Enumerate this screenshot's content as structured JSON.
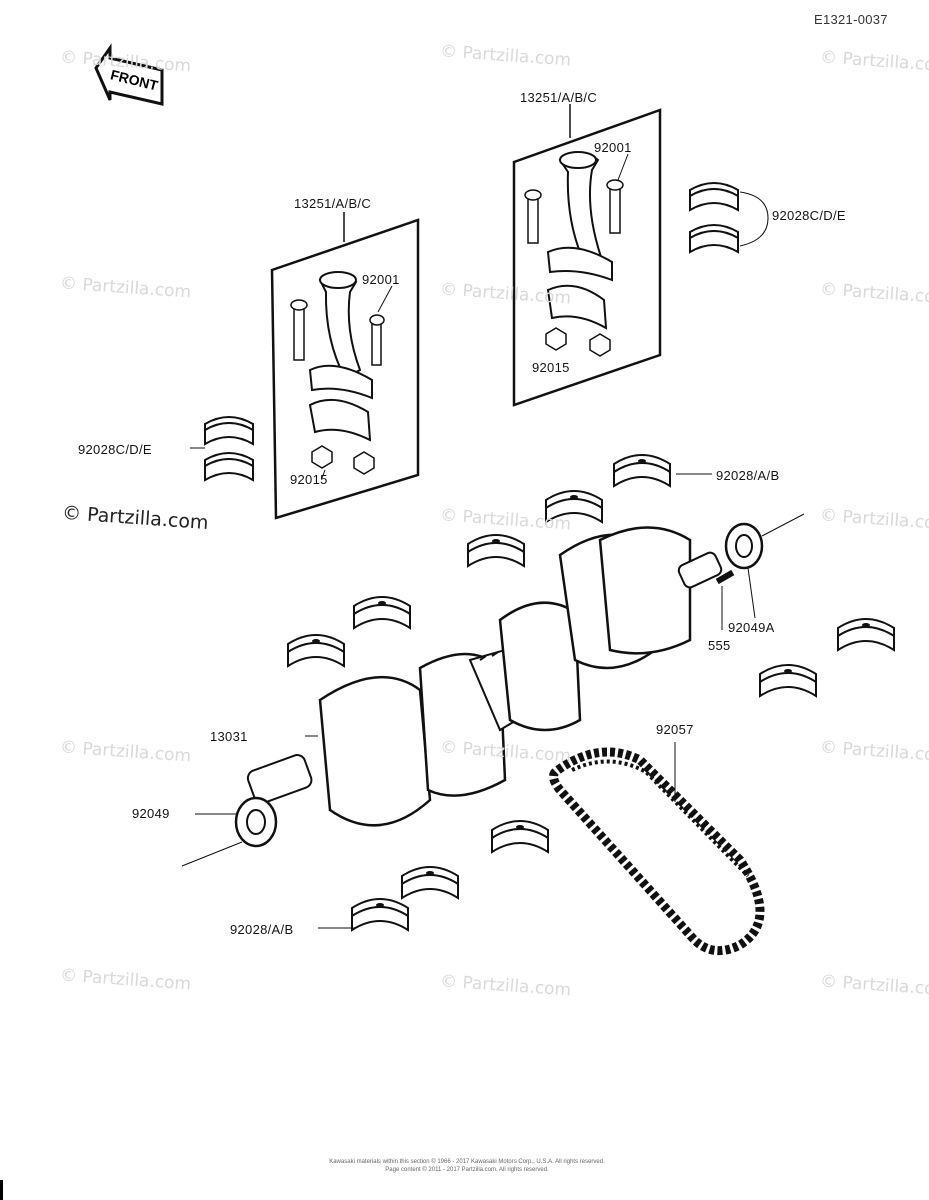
{
  "drawing_number": "E1321-0037",
  "front_label": "FRONT",
  "main_watermark": "© Partzilla.com",
  "watermark_text": "© Partzilla.com",
  "parts": {
    "conrod_left": "13251/A/B/C",
    "conrod_right": "13251/A/B/C",
    "bolt_left": "92001",
    "bolt_right": "92001",
    "nut_left": "92015",
    "nut_right": "92015",
    "rod_bearing_left": "92028C/D/E",
    "rod_bearing_right": "92028C/D/E",
    "main_bearing_upper": "92028/A/B",
    "main_bearing_lower": "92028/A/B",
    "oil_seal_right": "92049A",
    "oil_seal_left": "92049",
    "pin": "555",
    "crankshaft": "13031",
    "cam_chain": "92057"
  },
  "footer_line1": "Kawasaki materials within this section © 1966 - 2017 Kawasaki Motors Corp., U.S.A. All rights reserved.",
  "footer_line2": "Page content © 2011 - 2017 Partzilla.com. All rights reserved."
}
